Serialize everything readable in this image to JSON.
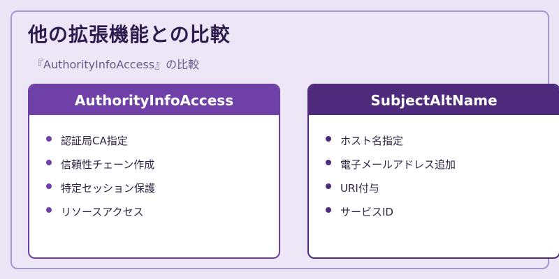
{
  "title": "他の拡張機能との比較",
  "subtitle": "『AuthorityInfoAccess』の比較",
  "cards": [
    {
      "header": "AuthorityInfoAccess",
      "items": [
        "認証局CA指定",
        "信頼性チェーン作成",
        "特定セッション保護",
        "リソースアクセス"
      ]
    },
    {
      "header": "SubjectAltName",
      "items": [
        "ホスト名指定",
        "電子メールアドレス追加",
        "URI付与",
        "サービスID"
      ]
    }
  ]
}
